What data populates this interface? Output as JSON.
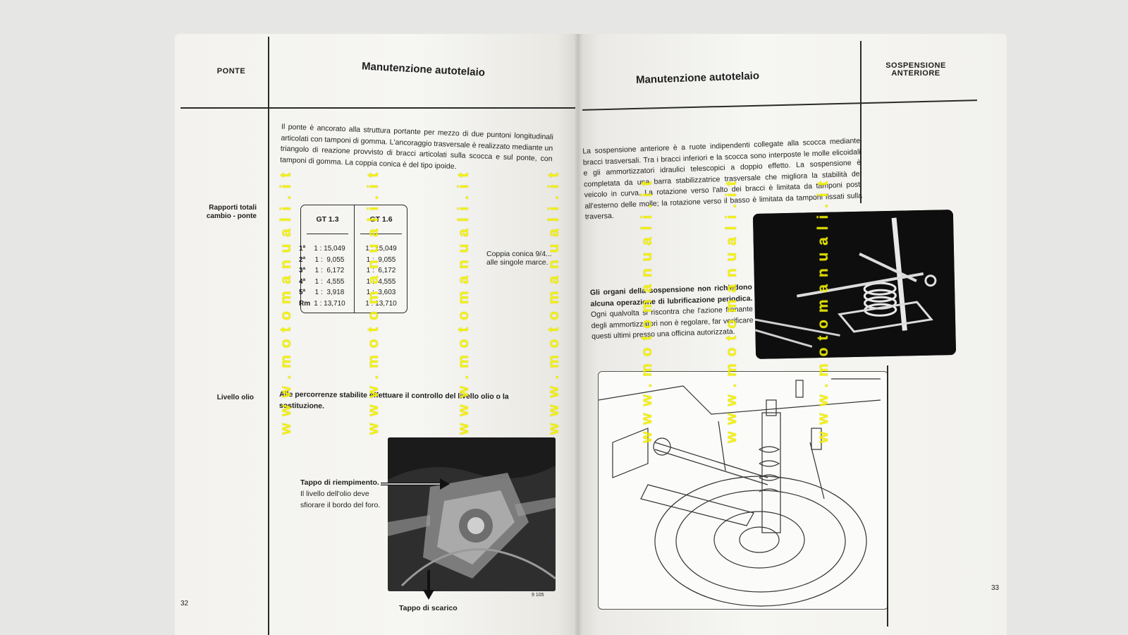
{
  "left_page": {
    "section_label": "PONTE",
    "title": "Manutenzione autotelaio",
    "intro": "Il ponte è ancorato alla struttura portante per mezzo di due puntoni longitudinali articolati con tamponi di gomma. L'ancoraggio trasversale è realizzato mediante un triangolo di reazione provvisto di bracci articolati sulla scocca e sul ponte, con tamponi di gomma. La coppia conica è del tipo ipoide.",
    "ratios_label": "Rapporti totali cambio - ponte",
    "table": {
      "col1_header": "GT 1.3",
      "col2_header": "GT 1.6",
      "gear_marks": "1ª\n2ª\n3ª\n4ª\n5ª\nRm",
      "col1_values": "1 : 15,049\n1 :  9,055\n1 :  6,172\n1 :  4,555\n1 :  3,918\n1 : 13,710",
      "col2_values": "1 : 15,049\n1 :  9,055\n1 :  6,172\n1 :  4,555\n1 :  3,603\n1 : 13,710"
    },
    "coppia_note": "Coppia conica 9/4...\nalle singole marce.",
    "oil_label": "Livello olio",
    "oil_text": "Alle percorrenze stabilite effettuare il controllo del livello olio o la sostituzione.",
    "fill_caption_bold": "Tappo di riempimento.",
    "fill_caption_rest": " Il livello dell'olio deve sfiorare il bordo del foro.",
    "drain_caption": "Tappo di scarico",
    "photo_code": "9 105",
    "page_number": "32"
  },
  "right_page": {
    "section_label": "SOSPENSIONE ANTERIORE",
    "title": "Manutenzione autotelaio",
    "intro": "La sospensione anteriore è a ruote indipendenti collegate alla scocca mediante bracci trasversali. Tra i bracci inferiori e la scocca sono interposte le molle elicoidali e gli ammortizzatori idraulici telescopici a doppio effetto. La sospensione è completata da una barra stabilizzatrice trasversale che migliora la stabilità del veicolo in curva. La rotazione verso l'alto dei bracci è limitata da tamponi posti all'esterno delle molle; la rotazione verso il basso è limitata da tamponi fissati sulla traversa.",
    "lub_bold": "Gli organi della sospensione non richiedono alcuna operazione di lubrificazione periodica.",
    "lub_rest": " Ogni qualvolta si riscontra che l'azione frenante degli ammortizzatori non è regolare, far verificare questi ultimi presso una officina autorizzata.",
    "page_number": "33"
  },
  "watermark": "w w w . m o t o m a n u a l i . i t",
  "colors": {
    "watermark": "#f2f000",
    "ink": "#1e1e1e",
    "paper": "#f6f6f3",
    "background": "#e6e6e4"
  }
}
